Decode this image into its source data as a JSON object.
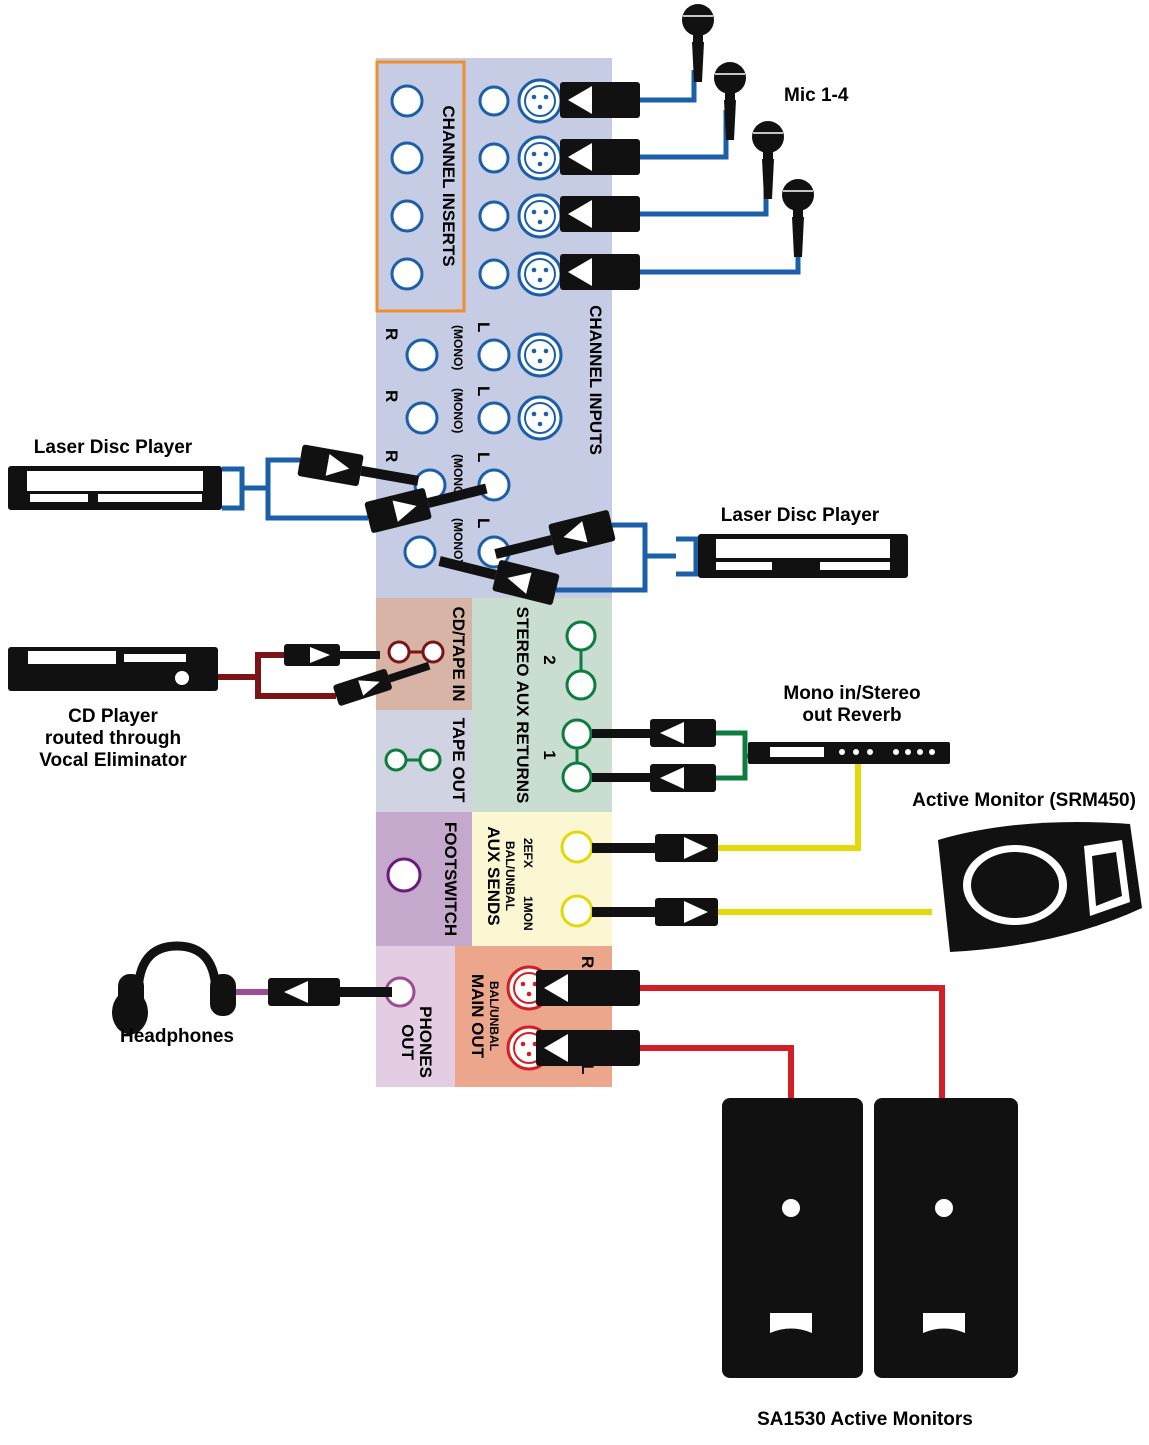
{
  "colors": {
    "panel_blue": "#c6cce4",
    "panel_brown": "#d7b4a5",
    "panel_green": "#c9ddd0",
    "panel_gray": "#d0d3e2",
    "panel_purple": "#c5a9cc",
    "panel_yellow": "#fbf7d2",
    "panel_lilac": "#e2cde2",
    "panel_salmon": "#eca68c",
    "cable_blue": "#1b5fa8",
    "cable_maroon": "#7b1416",
    "cable_green": "#0d7d3f",
    "cable_yellow": "#e2d90a",
    "cable_red": "#d21f26",
    "cable_purple": "#9b4c93",
    "insert_orange": "#ef8e2b"
  },
  "panel": {
    "channel_inserts": "CHANNEL INSERTS",
    "channel_inputs": "CHANNEL INPUTS",
    "mono_label": "(MONO)",
    "l": "L",
    "r": "R",
    "cd_tape_in": "CD/TAPE IN",
    "tape_out": "TAPE OUT",
    "stereo_aux_returns": "STEREO AUX RETURNS",
    "return_1": "1",
    "return_2": "2",
    "footswitch": "FOOTSWITCH",
    "aux_sends": "AUX SENDS",
    "bal_unbal": "BAL/UNBAL",
    "send_1mon": "1MON",
    "send_2efx": "2EFX",
    "phones_out": [
      "PHONES",
      "OUT"
    ],
    "main_out": "MAIN OUT",
    "main_out_bal": "BAL/UNBAL"
  },
  "devices": {
    "mics": "Mic 1-4",
    "laser_disc_left": "Laser Disc Player",
    "laser_disc_right": "Laser Disc Player",
    "cd_player": [
      "CD Player",
      "routed through",
      "Vocal Eliminator"
    ],
    "reverb": [
      "Mono in/Stereo",
      "out Reverb"
    ],
    "active_monitor": "Active Monitor (SRM450)",
    "headphones": "Headphones",
    "sa1530": "SA1530 Active Monitors"
  }
}
